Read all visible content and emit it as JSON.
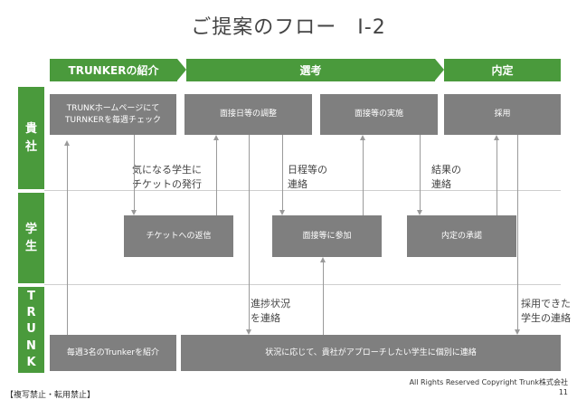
{
  "title": "ご提案のフロー　Ⅰ-2",
  "phases": [
    {
      "label": "TRUNKERの紹介"
    },
    {
      "label": "選考"
    },
    {
      "label": "内定"
    }
  ],
  "lanes": [
    {
      "chars": [
        "貴",
        "社"
      ]
    },
    {
      "chars": [
        "学",
        "生"
      ]
    },
    {
      "chars": [
        "T",
        "R",
        "U",
        "N",
        "K"
      ]
    }
  ],
  "boxes": {
    "company_check": "TRUNKホームページにて\nTURNKERを毎週チェック",
    "interview_schedule": "面接日等の調整",
    "interview_conduct": "面接等の実施",
    "hire": "採用",
    "ticket_reply": "チケットへの返信",
    "interview_attend": "面接等に参加",
    "offer_accept": "内定の承諾",
    "weekly_intro": "毎週3名のTrunkerを紹介",
    "trunk_contact": "状況に応じて、貴社がアプローチしたい学生に個別に連絡"
  },
  "notes": {
    "ticket_issue": "気になる学生に\nチケットの発行",
    "schedule_contact": "日程等の\n連絡",
    "result_contact": "結果の\n連絡",
    "progress_contact": "進捗状況\nを連絡",
    "hired_contact": "採用できた\n学生の連絡"
  },
  "footer": {
    "left": "【複写禁止・転用禁止】",
    "copyright": "All Rights Reserved Copyright Trunk株式会社",
    "page": "11"
  },
  "colors": {
    "green": "#4a9a3c",
    "box_gray": "#7f7f7f",
    "line_gray": "#9a9a9a"
  }
}
